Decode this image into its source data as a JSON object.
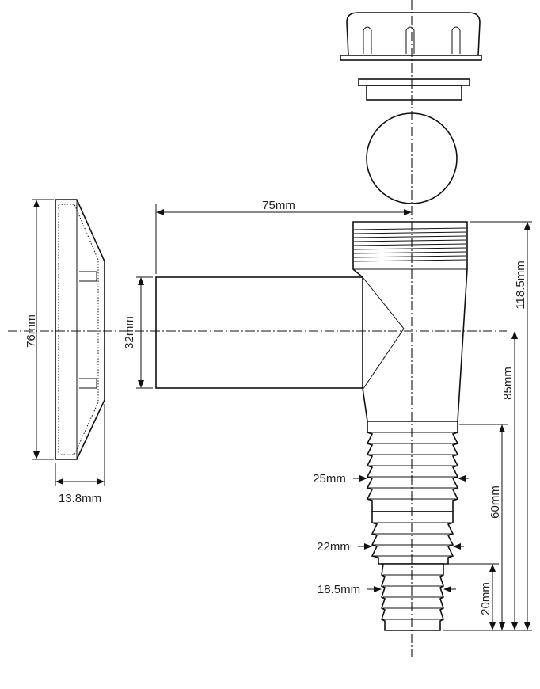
{
  "labels": {
    "pipe_length": "75mm",
    "overall_height": "118.5mm",
    "center_height": "85mm",
    "spigot_height": "60mm",
    "tip_height": "20mm",
    "pipe_diameter": "32mm",
    "flange_diameter": "76mm",
    "flange_thickness": "13.8mm",
    "tier1_diameter": "25mm",
    "tier2_diameter": "22mm",
    "tier3_diameter": "18.5mm"
  }
}
